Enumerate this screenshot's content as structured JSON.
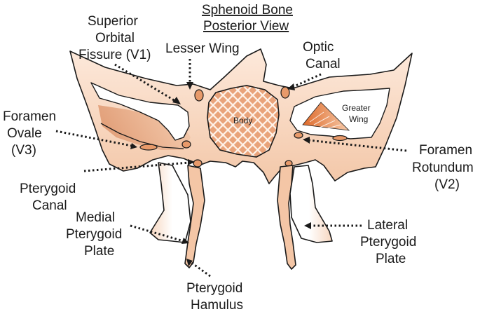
{
  "title": [
    "Sphenoid Bone",
    "Posterior View"
  ],
  "labels": {
    "superior_orbital_fissure": [
      "Superior",
      "Orbital",
      "Fissure (V1)"
    ],
    "lesser_wing": "Lesser Wing",
    "optic_canal": [
      "Optic",
      "Canal"
    ],
    "foramen_ovale": [
      "Foramen",
      "Ovale",
      "(V3)"
    ],
    "body": "Body",
    "greater_wing": [
      "Greater",
      "Wing"
    ],
    "foramen_rotundum": [
      "Foramen",
      "Rotundum",
      "(V2)"
    ],
    "pterygoid_canal": [
      "Pterygoid",
      "Canal"
    ],
    "medial_pterygoid_plate": [
      "Medial",
      "Pterygoid",
      "Plate"
    ],
    "lateral_pterygoid_plate": [
      "Lateral",
      "Pterygoid",
      "Plate"
    ],
    "pterygoid_hamulus": [
      "Pterygoid",
      "Hamulus"
    ]
  },
  "colors": {
    "bone_light": "#fbe6d6",
    "bone_dark": "#e0a27c",
    "body_fill": "#e9a37a",
    "foramen": "#e89a6a",
    "outline": "#1a1a1a"
  }
}
